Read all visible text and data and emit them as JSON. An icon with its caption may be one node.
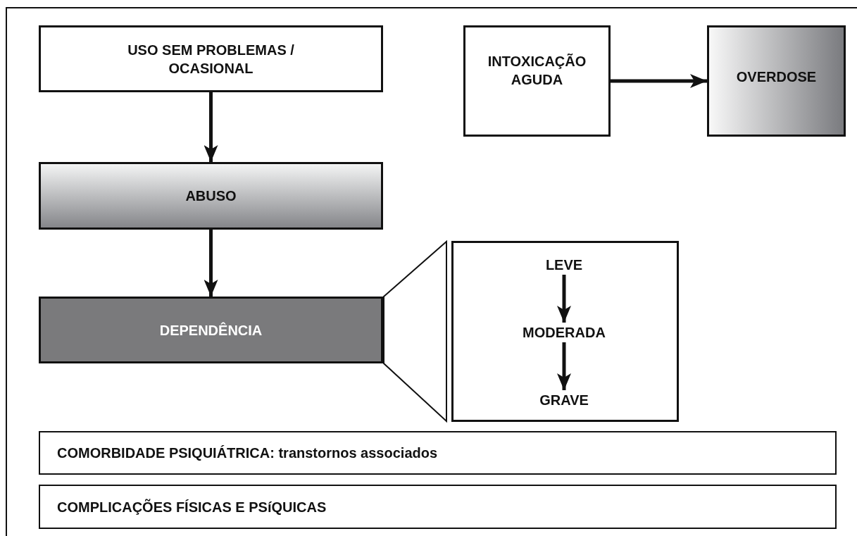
{
  "diagram": {
    "nodes": [
      {
        "text": [
          "USO SEM PROBLEMAS / OCASIONAL"
        ]
      },
      {
        "text": [
          "INTOXICAÇÃO AGUDA"
        ]
      },
      {
        "text": [
          "OVERDOSE"
        ]
      },
      {
        "text": [
          "ABUSO"
        ]
      },
      {
        "text": [
          "DEPENDÊNCIA"
        ]
      },
      {
        "text": [],
        "shape": "trapezoid"
      },
      {
        "text": [],
        "shape": "box"
      },
      {
        "text": [
          "LEVE"
        ],
        "in": 6
      },
      {
        "text": [
          "MODERADA"
        ],
        "in": 6
      },
      {
        "text": [
          "GRAVE"
        ],
        "in": 6
      },
      {
        "text": [
          "COMORBIDADE PSIQUIÁTRICA: transtornos associados"
        ]
      },
      {
        "text": [
          "COMPLICAÇÕES FÍSICAS E PSíQUICAS"
        ]
      }
    ],
    "edges": [
      {
        "from": 0,
        "to": 3,
        "arrow": "to"
      },
      {
        "from": 3,
        "to": 4,
        "arrow": "to"
      },
      {
        "from": 1,
        "to": 2,
        "arrow": "to"
      },
      {
        "from": 7,
        "to": 8,
        "arrow": "to"
      },
      {
        "from": 8,
        "to": 9,
        "arrow": "to"
      }
    ]
  }
}
